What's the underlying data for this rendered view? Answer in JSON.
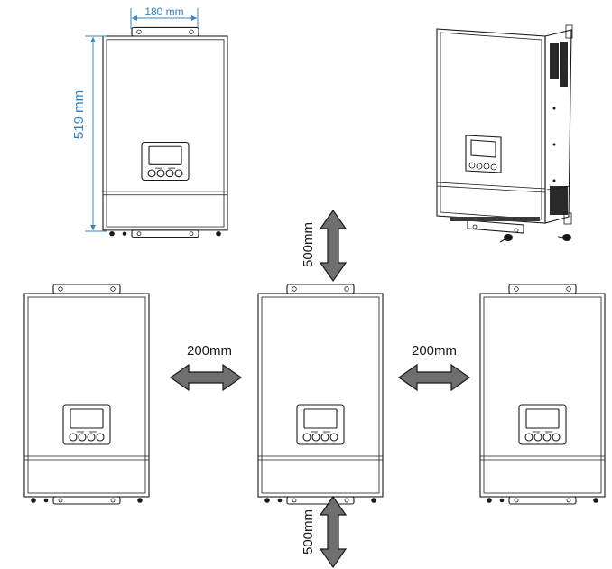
{
  "dimensions": {
    "width_label": "180 mm",
    "height_label": "519 mm",
    "dimension_color": "#2f7fbf"
  },
  "clearances": {
    "top_label": "500mm",
    "bottom_label": "500mm",
    "left_label": "200mm",
    "right_label": "200mm",
    "arrow_color": "#6f6f6f"
  },
  "icons": [
    "inverter-unit-icon",
    "lcd-display-icon",
    "control-button-icon",
    "mounting-screw-icon",
    "double-arrow-icon"
  ]
}
